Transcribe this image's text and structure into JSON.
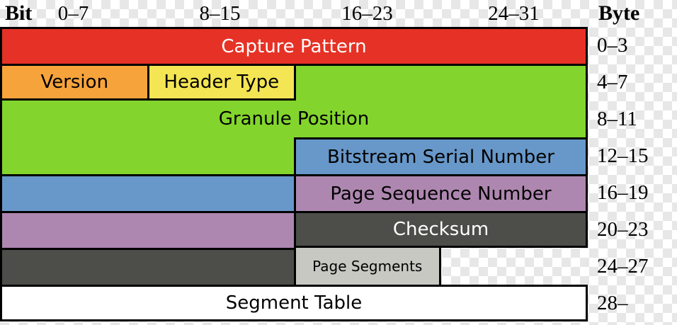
{
  "header": {
    "bit_label": "Bit",
    "byte_label": "Byte",
    "bit_ranges": [
      "0–7",
      "8–15",
      "16–23",
      "24–31"
    ]
  },
  "palette": {
    "red": "#e63226",
    "orange": "#f7a33b",
    "yellow": "#f3e553",
    "green": "#83d52d",
    "blue": "#6898c9",
    "purple": "#ae87b0",
    "dark": "#4d4d49",
    "lightgray": "#c8c8c2",
    "white": "#ffffff",
    "border": "#000000"
  },
  "rows": [
    {
      "byte": "0–3",
      "segments": [
        {
          "name": "block-capture-pattern",
          "label": "Capture Pattern",
          "span": 4,
          "color": "red",
          "text_color": "#ffffff",
          "borders": "TLR"
        }
      ]
    },
    {
      "byte": "4–7",
      "segments": [
        {
          "name": "block-version",
          "label": "Version",
          "span": 1,
          "color": "orange",
          "borders": "TLB"
        },
        {
          "name": "block-header-type",
          "label": "Header Type",
          "span": 1,
          "color": "yellow",
          "borders": "TLB"
        },
        {
          "name": "block-granule-position-upper",
          "label": "",
          "span": 2,
          "color": "green",
          "borders": "TLR"
        }
      ]
    },
    {
      "byte": "8–11",
      "segments": [
        {
          "name": "block-granule-position",
          "label": "Granule Position",
          "span": 4,
          "color": "green",
          "borders": "LR"
        }
      ]
    },
    {
      "byte": "12–15",
      "segments": [
        {
          "name": "block-granule-position-lower",
          "label": "",
          "span": 2,
          "color": "green",
          "borders": "L"
        },
        {
          "name": "block-bitstream-serial-number",
          "label": "Bitstream Serial Number",
          "span": 2,
          "color": "blue",
          "borders": "TLR"
        }
      ]
    },
    {
      "byte": "16–19",
      "segments": [
        {
          "name": "block-bitstream-serial-number-cont",
          "label": "",
          "span": 2,
          "color": "blue",
          "borders": "TL"
        },
        {
          "name": "block-page-sequence-number",
          "label": "Page Sequence Number",
          "span": 2,
          "color": "purple",
          "borders": "TLR"
        }
      ]
    },
    {
      "byte": "20–23",
      "segments": [
        {
          "name": "block-page-sequence-number-cont",
          "label": "",
          "span": 2,
          "color": "purple",
          "borders": "TL"
        },
        {
          "name": "block-checksum",
          "label": "Checksum",
          "span": 2,
          "color": "dark",
          "text_color": "#ffffff",
          "borders": "TLRB"
        }
      ]
    },
    {
      "byte": "24–27",
      "segments": [
        {
          "name": "block-checksum-cont",
          "label": "",
          "span": 2,
          "color": "dark",
          "borders": "TL"
        },
        {
          "name": "block-page-segments",
          "label": "Page Segments",
          "span": 1,
          "color": "lightgray",
          "small": true,
          "borders": "LR"
        },
        {
          "name": "empty-cell",
          "label": "",
          "span": 1,
          "color": "transparent",
          "borders": ""
        }
      ]
    },
    {
      "byte": "28–",
      "segments": [
        {
          "name": "block-segment-table",
          "label": "Segment Table",
          "span": 4,
          "color": "white",
          "borders": "TLRB"
        }
      ]
    }
  ]
}
